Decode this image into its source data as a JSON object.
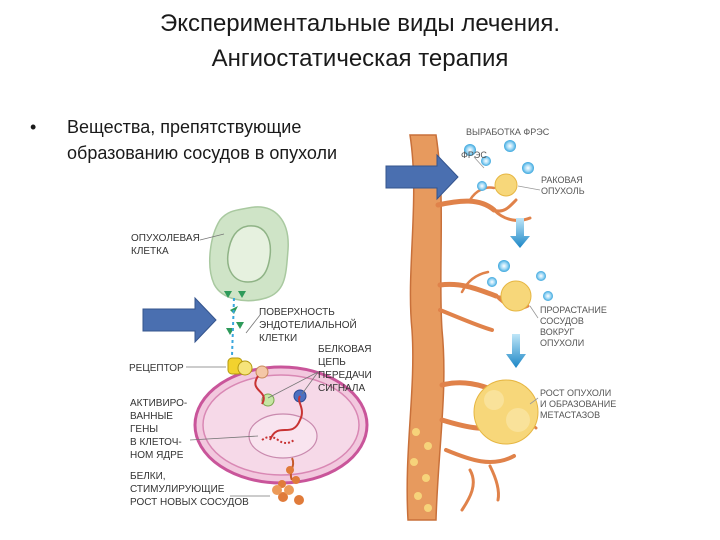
{
  "slide": {
    "title_line1": "Экспериментальные виды лечения.",
    "title_line2": "Ангиостатическая терапия",
    "bullet_marker": "•",
    "bullet_text": "Вещества, препятствующие образованию сосудов в опухоли"
  },
  "left_figure": {
    "labels": {
      "tumor_cell_1": "ОПУХОЛЕВАЯ",
      "tumor_cell_2": "КЛЕТКА",
      "surface_1": "ПОВЕРХНОСТЬ",
      "surface_2": "ЭНДОТЕЛИАЛЬНОЙ",
      "surface_3": "КЛЕТКИ",
      "receptor": "РЕЦЕПТОР",
      "protein_chain_1": "БЕЛКОВАЯ",
      "protein_chain_2": "ЦЕПЬ",
      "protein_chain_3": "ПЕРЕДАЧИ",
      "protein_chain_4": "СИГНАЛА",
      "genes_1": "АКТИВИРО-",
      "genes_2": "ВАННЫЕ",
      "genes_3": "ГЕНЫ",
      "genes_4": "В КЛЕТОЧ-",
      "genes_5": "НОМ ЯДРЕ",
      "proteins_1": "БЕЛКИ,",
      "proteins_2": "СТИМУЛИРУЮЩИЕ",
      "proteins_3": "РОСТ НОВЫХ СОСУДОВ"
    }
  },
  "right_figure": {
    "labels": {
      "production": "ВЫРАБОТКА ФРЭС",
      "fres": "ФРЭС",
      "cancer_1": "РАКОВАЯ",
      "cancer_2": "ОПУХОЛЬ",
      "sprouting_1": "ПРОРАСТАНИЕ",
      "sprouting_2": "СОСУДОВ",
      "sprouting_3": "ВОКРУГ",
      "sprouting_4": "ОПУХОЛИ",
      "growth_1": "РОСТ ОПУХОЛИ",
      "growth_2": "И ОБРАЗОВАНИЕ",
      "growth_3": "МЕТАСТАЗОВ"
    }
  },
  "colors": {
    "arrow_blue": "#4a6fb0",
    "vessel_orange": "#e0824a",
    "tumor_cell_green": "#cfe4c7",
    "endothelial_pink": "#e8b6d2",
    "tumor_yellow": "#f7d77a"
  }
}
